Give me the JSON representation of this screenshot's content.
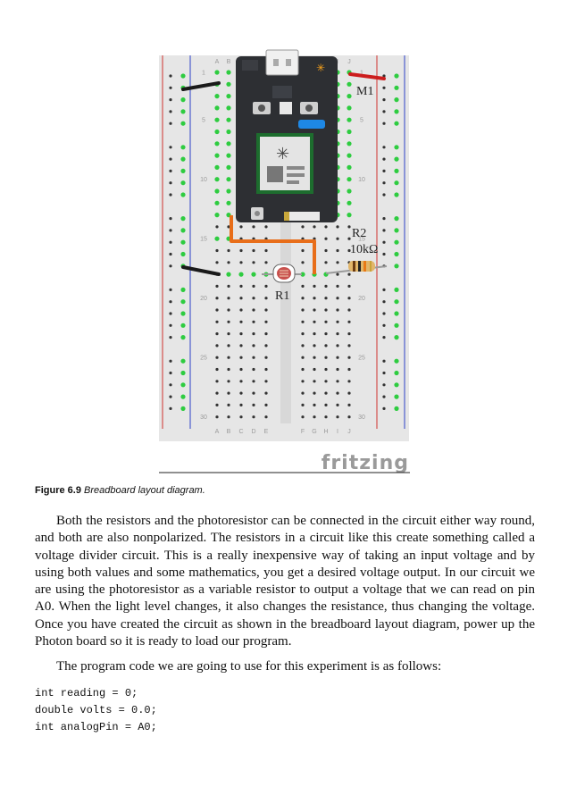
{
  "figure": {
    "board_labels": {
      "m1": "M1",
      "r1": "R1",
      "r2": "R2",
      "r2_value": "10kΩ"
    },
    "fritzing_logo": "fritzing",
    "colors": {
      "breadboard": "#e8e8e8",
      "rail_red": "#d0312d",
      "rail_blue": "#2f43c8",
      "wire_orange": "#e86e1a",
      "photon_board": "#2d2f33",
      "photon_module": "#1d6d2e",
      "connected_hole": "#2ecc40",
      "jumper_black": "#1a1a1a",
      "jumper_red": "#cc1d1d"
    },
    "column_letters_left": [
      "A",
      "B",
      "C",
      "D",
      "E"
    ],
    "column_letters_right": [
      "F",
      "G",
      "H",
      "I",
      "J"
    ],
    "row_numbers": [
      "1",
      "5",
      "10",
      "15",
      "20",
      "25",
      "30"
    ]
  },
  "caption": {
    "number": "Figure 6.9",
    "text": "Breadboard layout diagram."
  },
  "body": {
    "paragraph1": "Both the resistors and the photoresistor can be connected in the circuit either way round, and both are also nonpolarized. The resistors in a circuit like this create something called a voltage divider circuit. This is a really inexpensive way of taking an input voltage and by using both values and some mathematics, you get a desired voltage output. In our circuit we are using the photoresistor as a variable resistor to output a voltage that we can read on pin A0. When the light level changes, it also changes the resistance, thus changing the voltage. Once you have created the circuit as shown in the breadboard layout diagram, power up the Photon board so it is ready to load our program.",
    "paragraph2": "The program code we are going to use for this experiment is as follows:"
  },
  "code": [
    "int reading = 0;",
    "double volts = 0.0;",
    "int analogPin = A0;"
  ]
}
